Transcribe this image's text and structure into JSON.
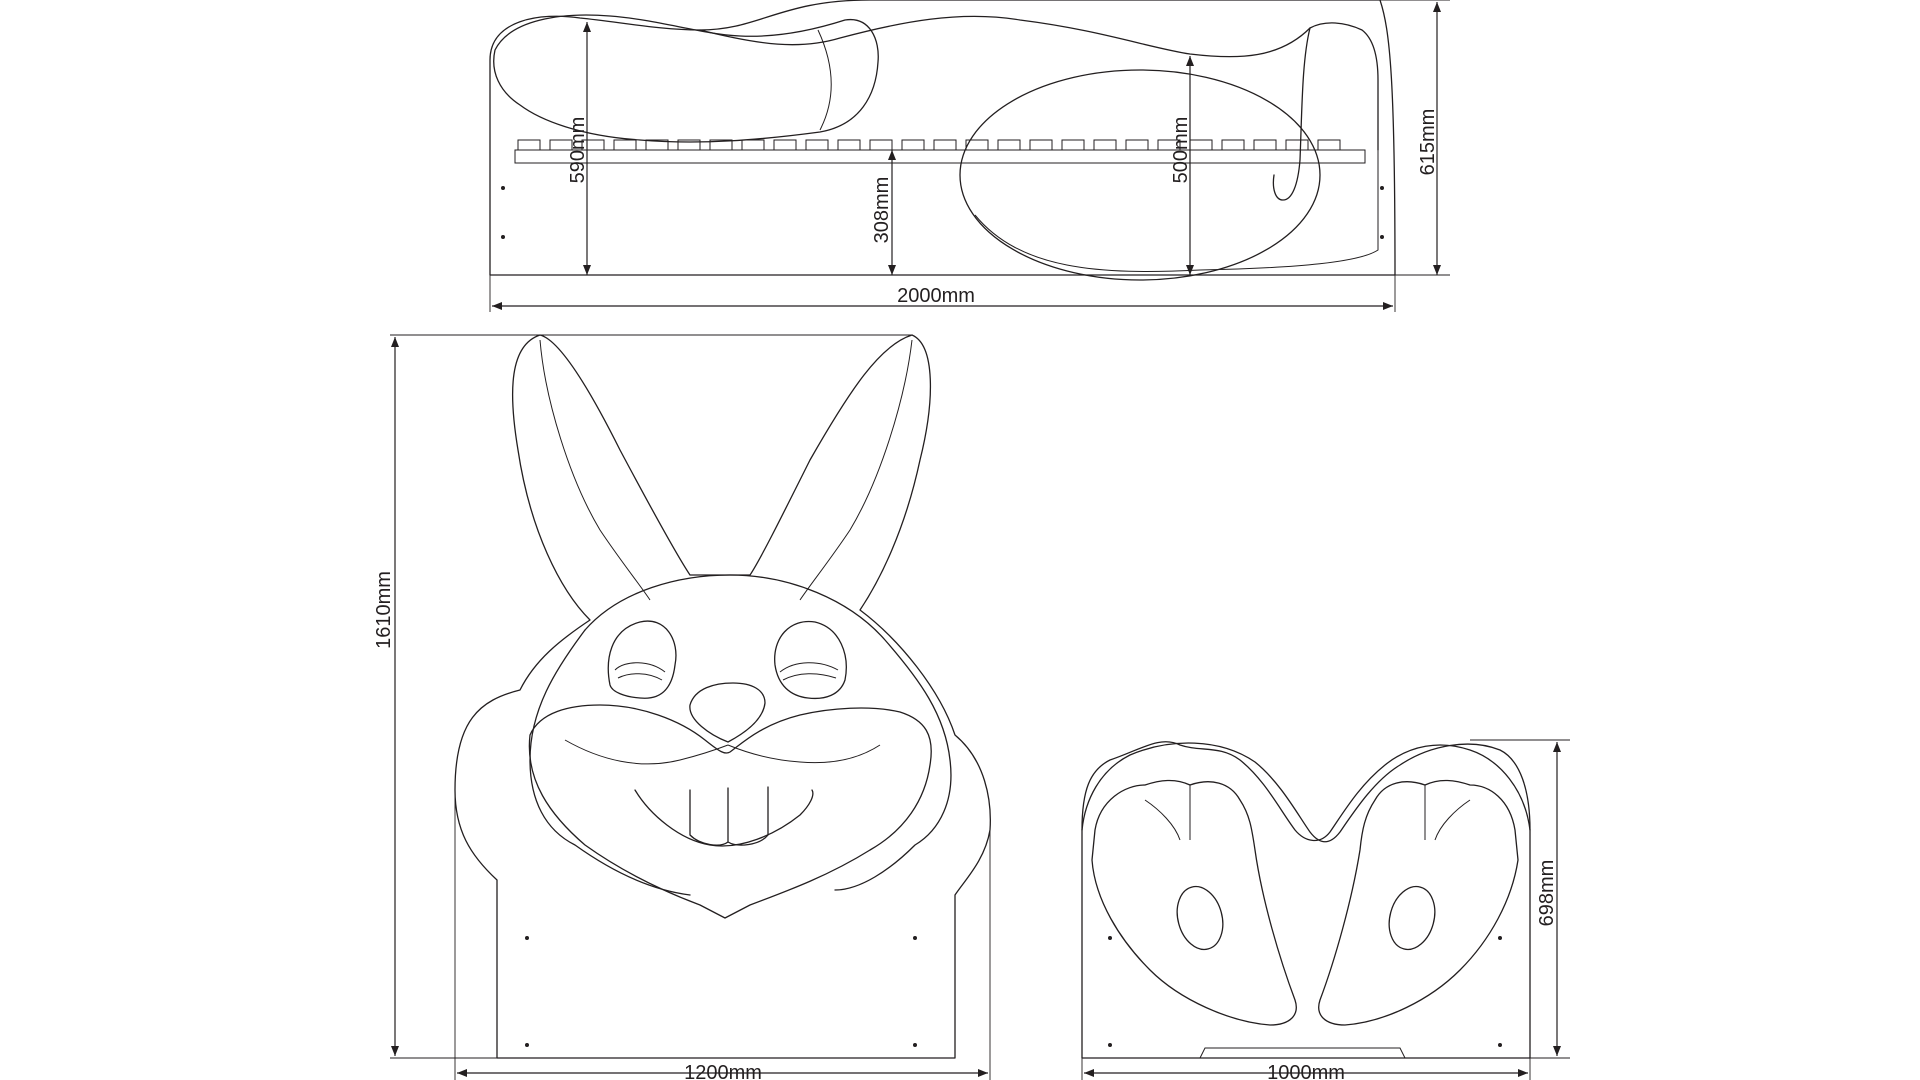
{
  "dimensions": {
    "side_view": {
      "total_length": "2000mm",
      "total_height": "615mm",
      "headboard_height": "590mm",
      "footboard_height": "500mm",
      "mattress_base_height": "308mm"
    },
    "headboard_view": {
      "width": "1200mm",
      "height": "1610mm"
    },
    "footboard_view": {
      "width": "1000mm",
      "height": "698mm"
    }
  },
  "colors": {
    "line": "#231f20",
    "background": "#ffffff"
  }
}
